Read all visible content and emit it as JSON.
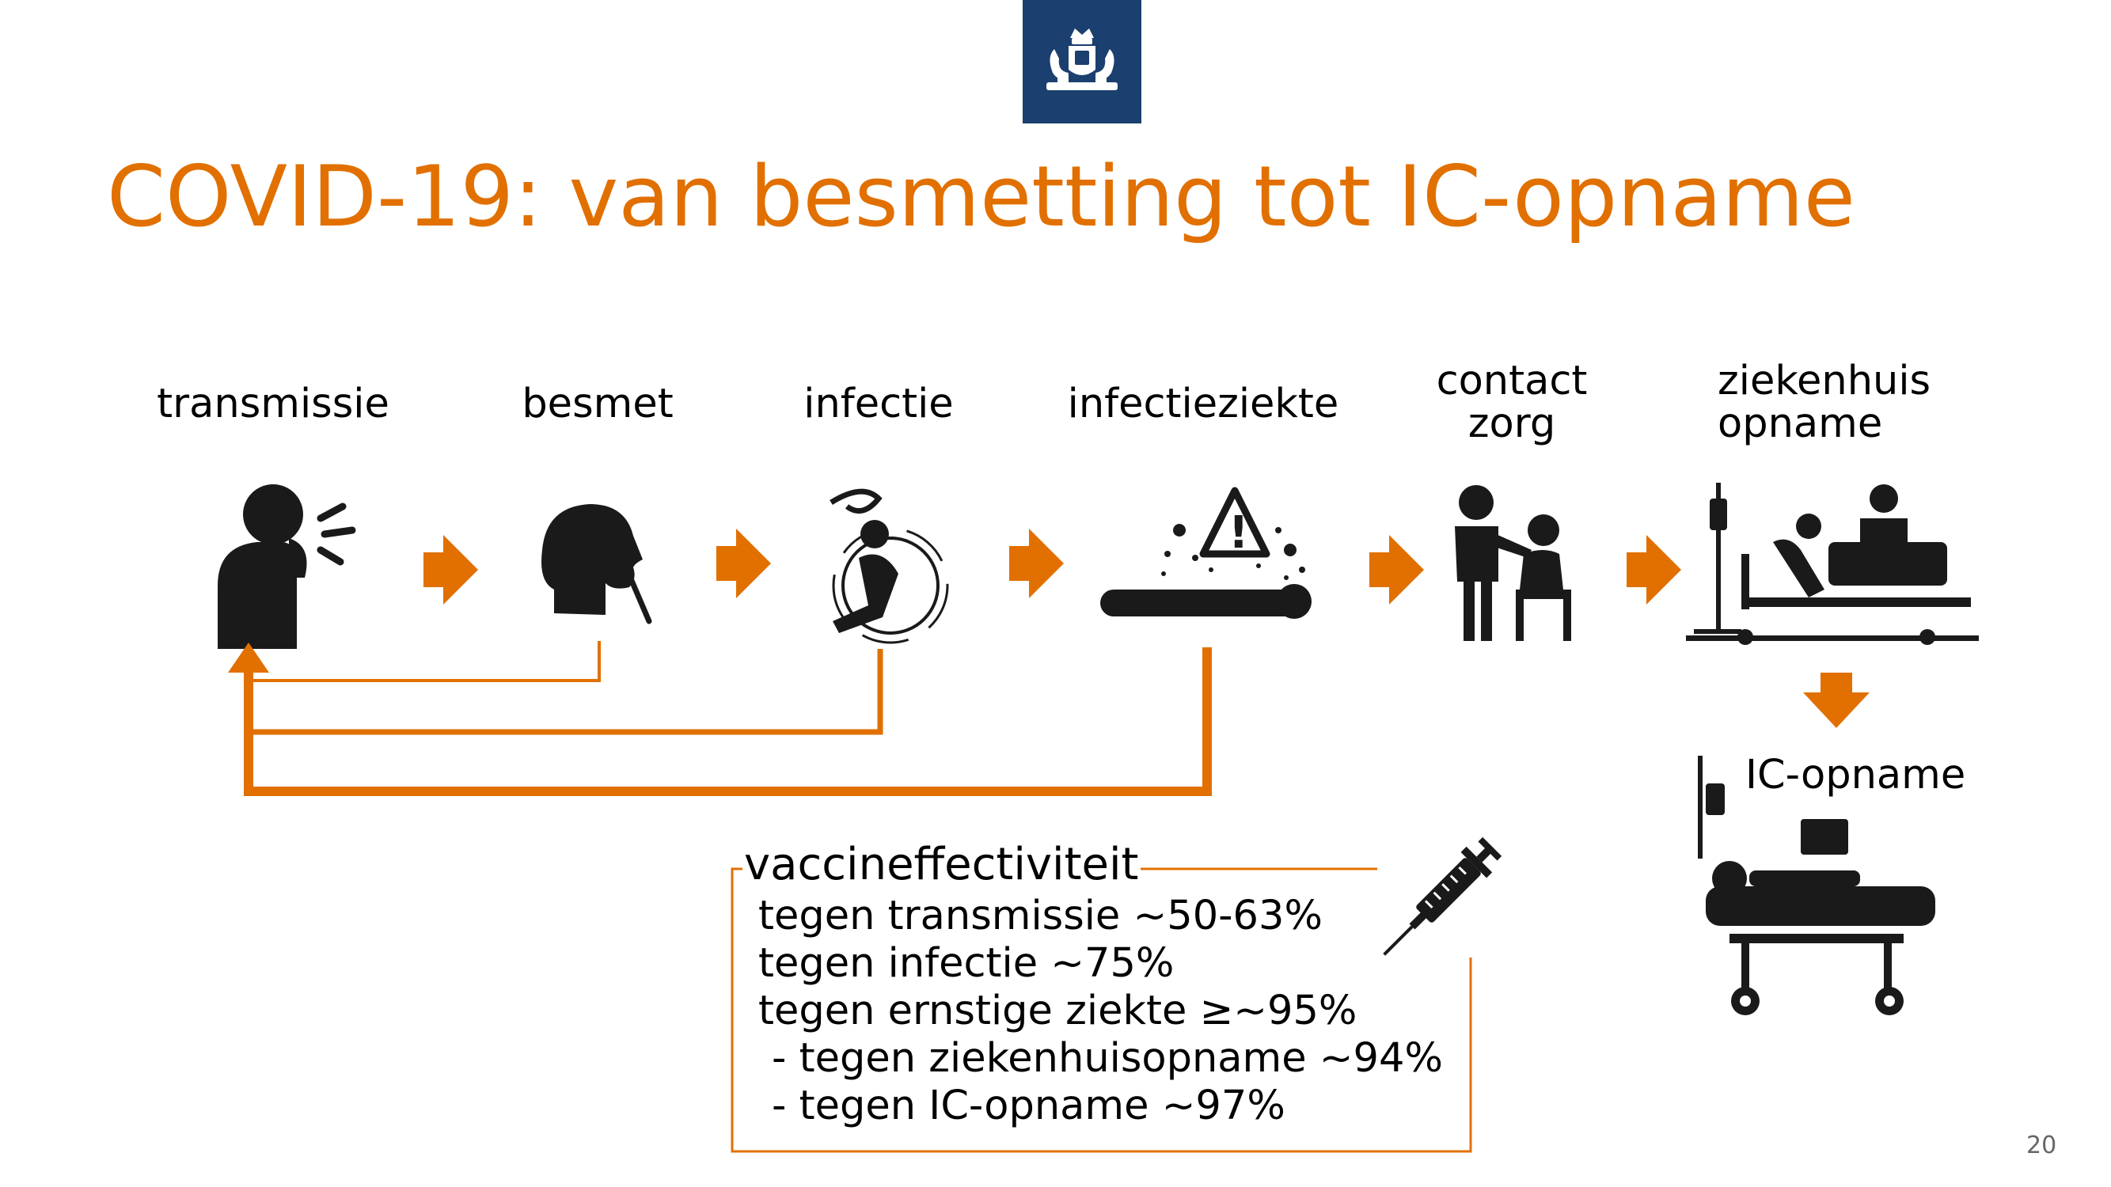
{
  "title": "COVID-19: van besmetting tot IC-opname",
  "steps": [
    {
      "label": "transmissie",
      "icon": "coughing-person-icon"
    },
    {
      "label": "besmet",
      "icon": "nasal-swab-icon"
    },
    {
      "label": "infectie",
      "icon": "dizzy-person-icon"
    },
    {
      "label": "infectieziekte",
      "icon": "sick-person-lying-icon"
    },
    {
      "label_line1": "contact",
      "label_line2": "zorg",
      "icon": "doctor-patient-icon"
    },
    {
      "label_line1": "ziekenhuis",
      "label_line2": "opname",
      "icon": "hospital-bed-icon"
    }
  ],
  "ic": {
    "label": "IC-opname",
    "icon": "icu-bed-icon"
  },
  "vaccine": {
    "title": "vaccineffectiviteit",
    "lines": [
      "tegen transmissie ~50-63%",
      "tegen infectie ~75%",
      "tegen ernstige ziekte ≥~95%",
      "- tegen ziekenhuisopname ~94%",
      "- tegen IC-opname ~97%"
    ],
    "icon": "syringe-icon"
  },
  "page_number": "20",
  "colors": {
    "accent": "#e17000",
    "logo_bg": "#1b3f6e"
  }
}
